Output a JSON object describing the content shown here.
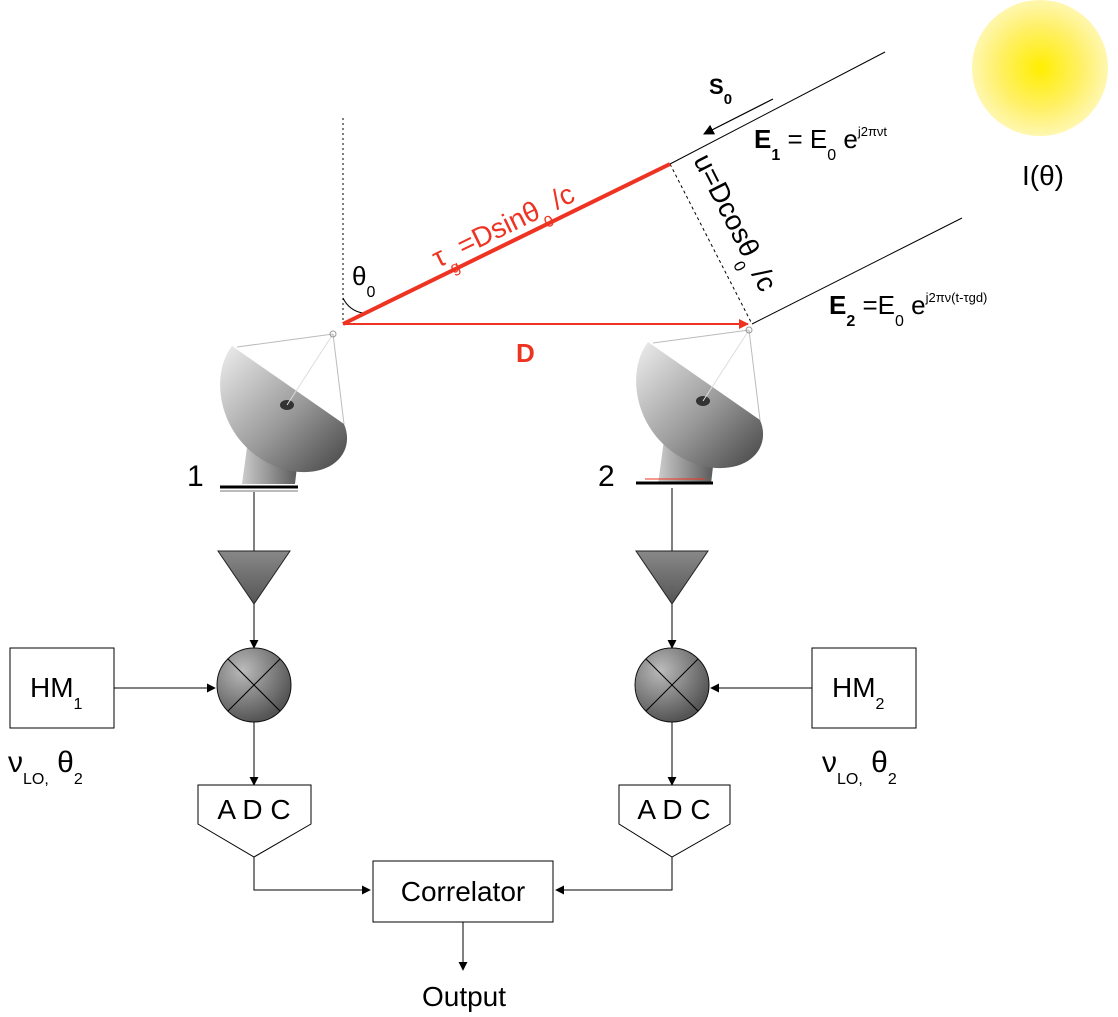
{
  "labels": {
    "s0": "S",
    "s0_sub": "0",
    "e1_bold": "E",
    "e1_bold_sub": "1",
    "e1_eq": " = E",
    "e1_e0_sub": "0",
    "e1_e": " e",
    "e1_sup": "j2πνt",
    "e2_bold": "E",
    "e2_bold_sub": "2",
    "e2_eq": " =E",
    "e2_e0_sub": "0",
    "e2_e": " e",
    "e2_sup": "j2πν(t-τgd)",
    "source": "I(θ)",
    "tau_main": "τ",
    "tau_sub": "g",
    "tau_rest": " =Dsinθ",
    "tau_rest_sub": "0",
    "tau_end": " /c",
    "u_main": "u=Dcosθ",
    "u_sub": "0",
    "u_end": " /c",
    "theta_main": "θ",
    "theta_sub": "0",
    "baseline": "D",
    "ant1": "1",
    "ant2": "2",
    "hm1_main": "HM",
    "hm1_sub": "1",
    "hm2_main": "HM",
    "hm2_sub": "2",
    "lo1_nu": "ν",
    "lo1_nu_sub": "LO,",
    "lo1_theta": " θ",
    "lo1_theta_sub": "2",
    "lo2_nu": "ν",
    "lo2_nu_sub": "LO,",
    "lo2_theta": " θ",
    "lo2_theta_sub": "2",
    "adc1": "A D C",
    "adc2": "A D C",
    "correlator": "Correlator",
    "output": "Output"
  },
  "colors": {
    "accent_red": "#ee3322",
    "sun_core": "#ffee22",
    "dish_gray": "#777777"
  }
}
